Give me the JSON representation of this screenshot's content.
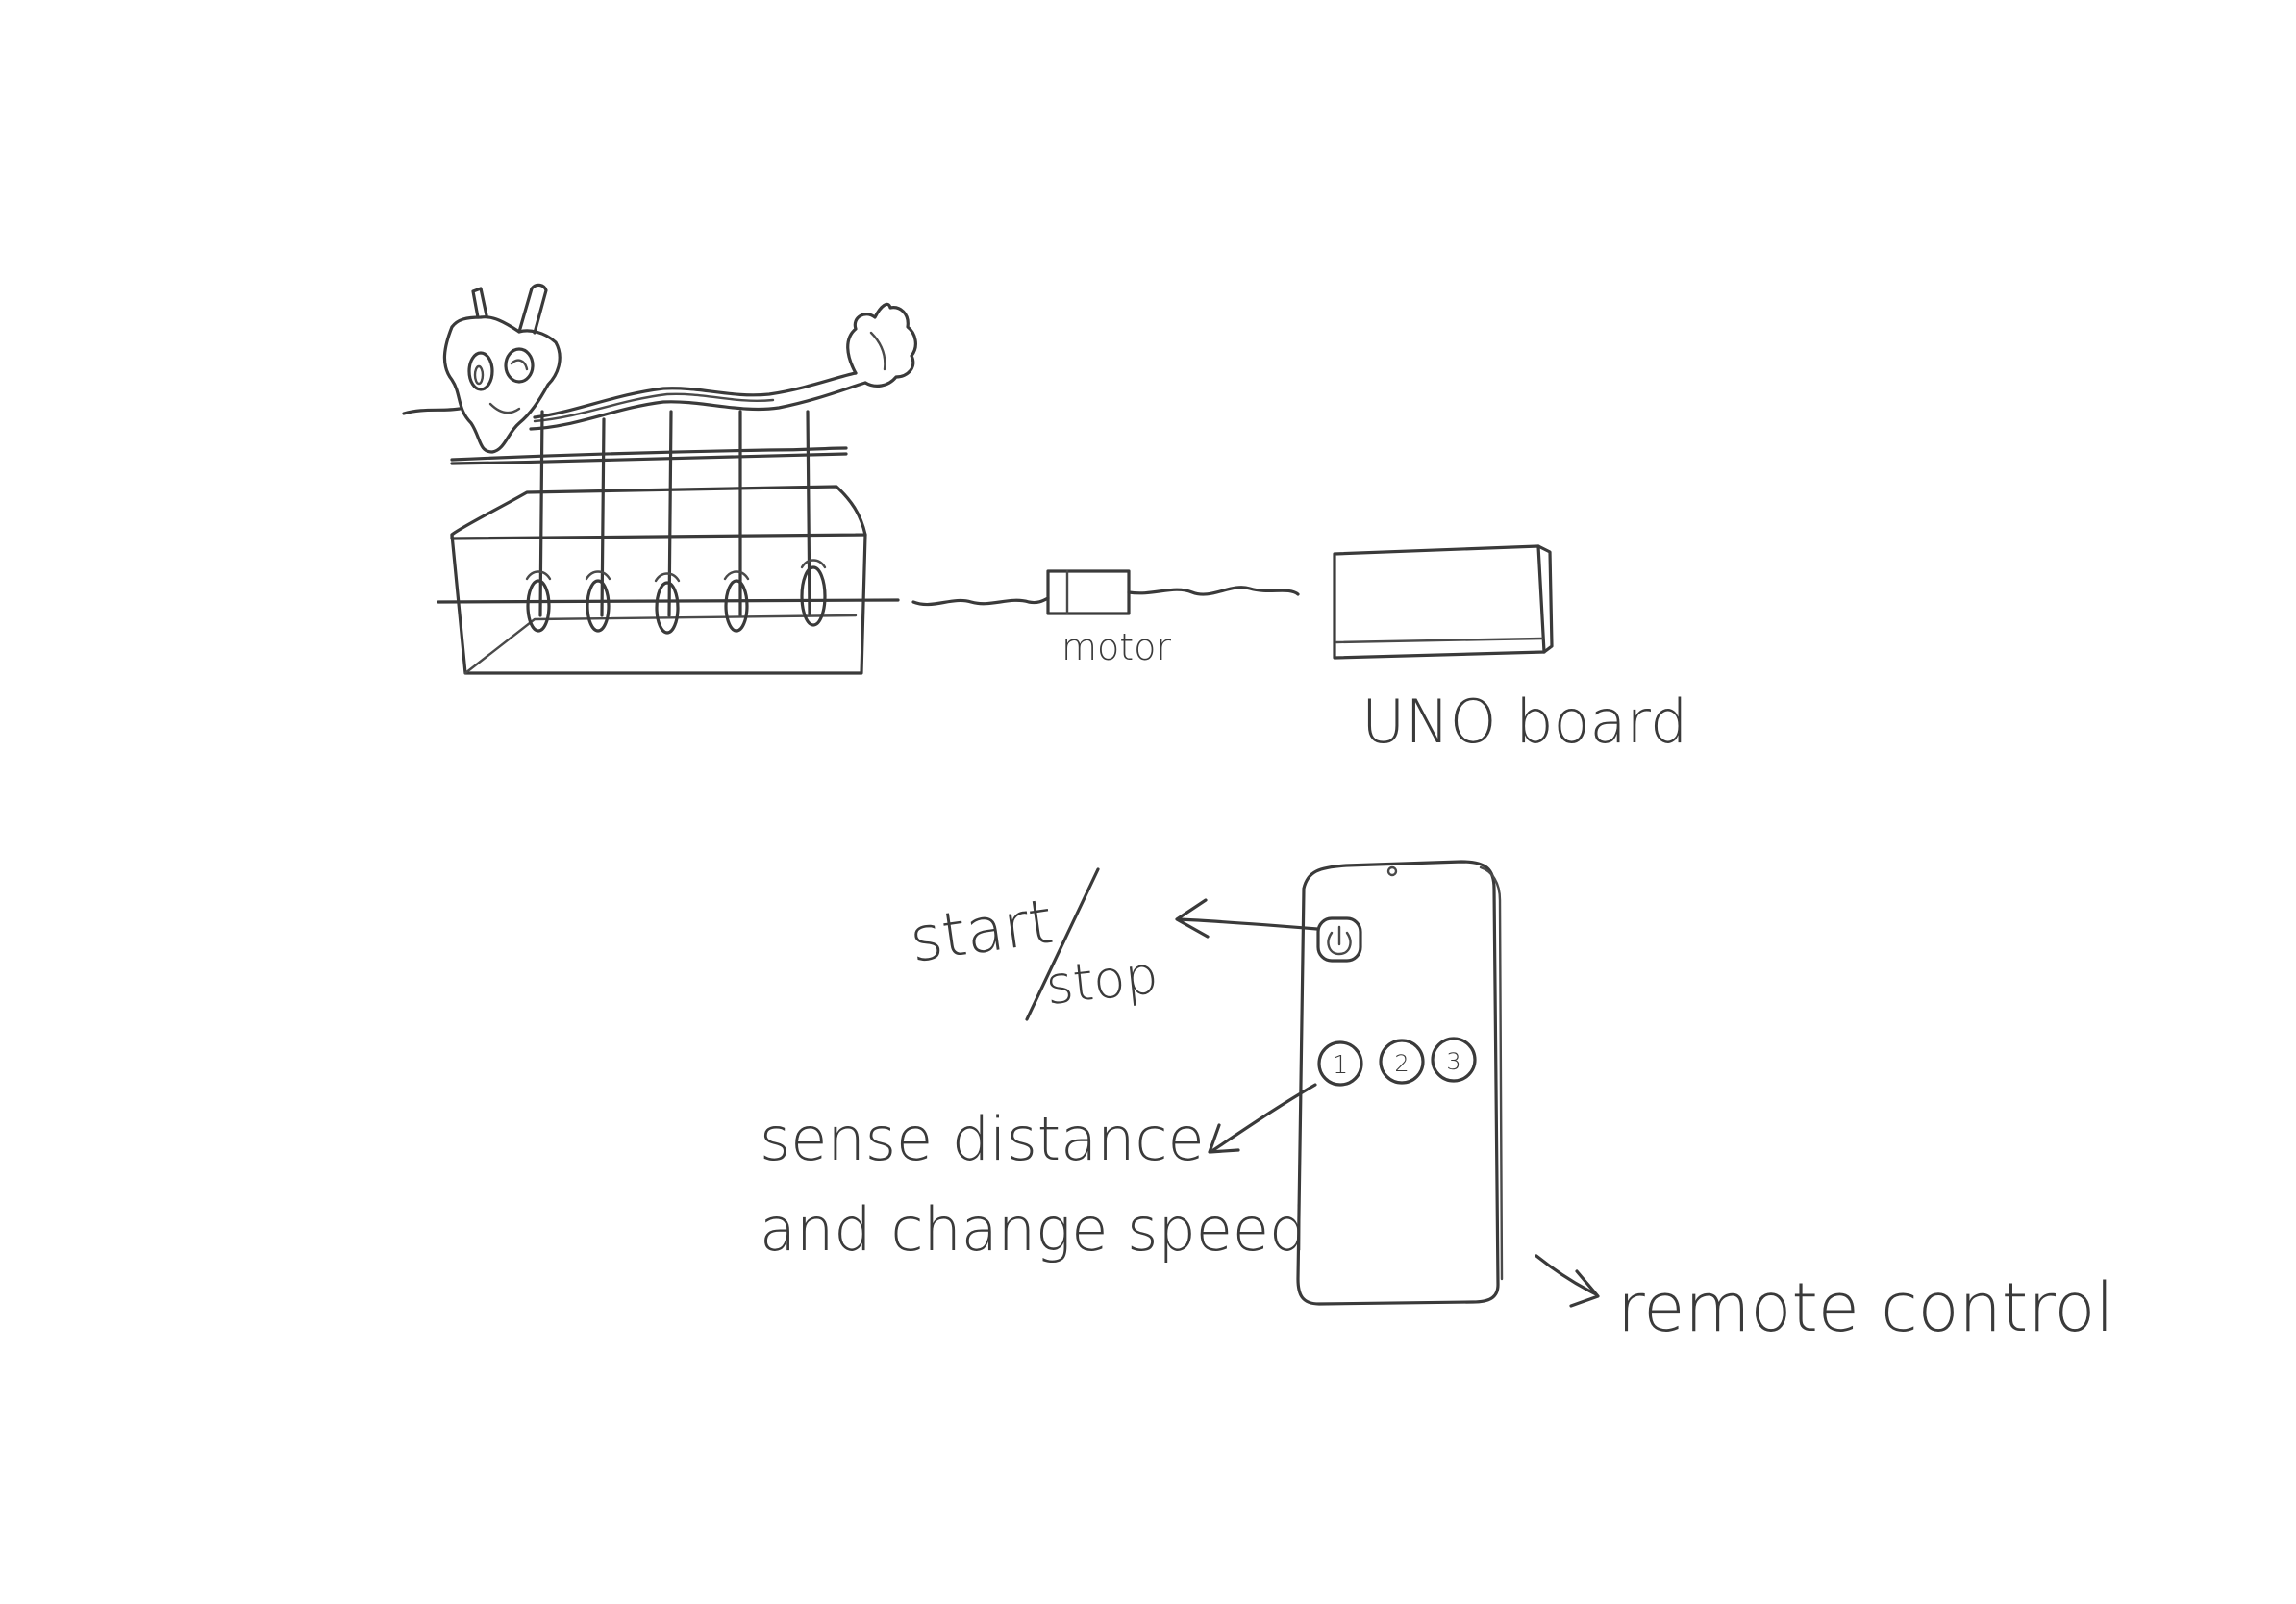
{
  "labels": {
    "motor": "motor",
    "uno_board": "UNO board",
    "start": "start",
    "stop": "stop",
    "sense_line1": "sense distance",
    "sense_line2": "and change speed",
    "remote_control": "remote control"
  },
  "remote": {
    "buttons": [
      "1",
      "2",
      "3"
    ],
    "power_icon": "power-icon"
  },
  "colors": {
    "ink": "#3a3a3a",
    "paper": "#ffffff"
  }
}
